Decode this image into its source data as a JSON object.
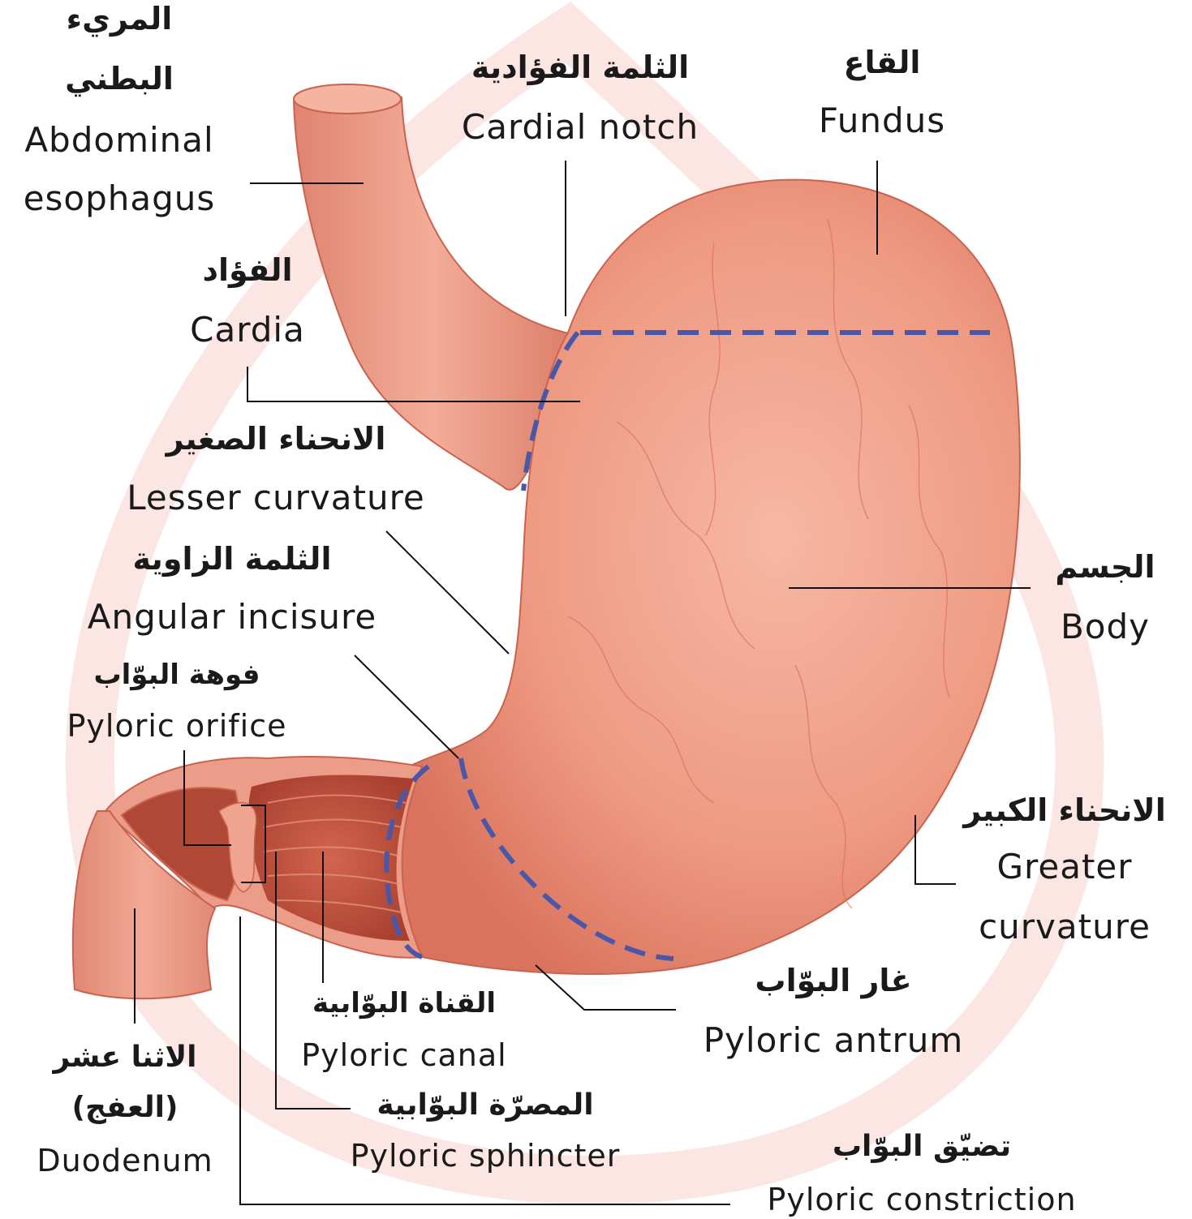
{
  "labels": {
    "abdominal_esophagus": {
      "ar_line1": "المريء",
      "ar_line2": "البطني",
      "en_line1": "Abdominal",
      "en_line2": "esophagus"
    },
    "cardial_notch": {
      "ar": "الثلمة الفؤادية",
      "en": "Cardial notch"
    },
    "fundus": {
      "ar": "القاع",
      "en": "Fundus"
    },
    "cardia": {
      "ar": "الفؤاد",
      "en": "Cardia"
    },
    "lesser_curvature": {
      "ar": "الانحناء الصغير",
      "en": "Lesser curvature"
    },
    "angular_incisure": {
      "ar": "الثلمة الزاوية",
      "en": "Angular incisure"
    },
    "body": {
      "ar": "الجسم",
      "en": "Body"
    },
    "pyloric_orifice": {
      "ar": "فوهة البوّاب",
      "en": "Pyloric orifice"
    },
    "greater_curvature": {
      "ar": "الانحناء الكبير",
      "en_line1": "Greater",
      "en_line2": "curvature"
    },
    "pyloric_antrum": {
      "ar": "غار البوّاب",
      "en": "Pyloric antrum"
    },
    "pyloric_canal": {
      "ar": "القناة البوّابية",
      "en": "Pyloric canal"
    },
    "duodenum": {
      "ar_line1": "الاثنا عشر",
      "ar_line2": "(العفج)",
      "en": "Duodenum"
    },
    "pyloric_sphincter": {
      "ar": "المصرّة البوّابية",
      "en": "Pyloric sphincter"
    },
    "pyloric_constriction": {
      "ar": "تضيّق البوّاب",
      "en": "Pyloric constriction"
    }
  },
  "colors": {
    "tissue": "#ef9a82",
    "tissue_dark": "#d9735d",
    "muscle": "#c85a45",
    "dashed_boundary": "#4a57a8",
    "leader": "#111111",
    "watermark": "#fbe3e1"
  }
}
